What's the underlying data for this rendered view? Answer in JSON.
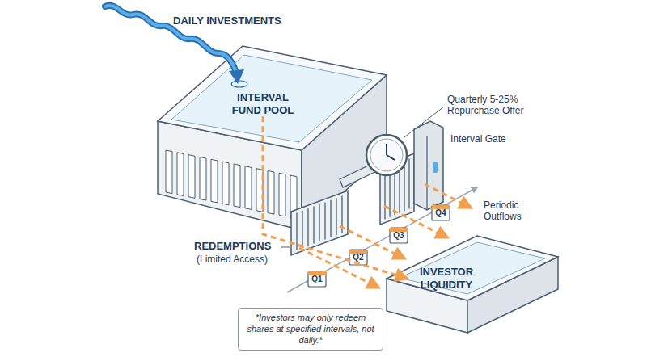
{
  "diagram": {
    "nodes": [
      {
        "text": [
          "INTERVAL FUND POOL"
        ]
      },
      {
        "text": [
          "INVESTOR LIQUIDITY"
        ]
      },
      {
        "text": [
          "*Investors may only redeem shares at specified intervals, not daily.*"
        ]
      }
    ],
    "edges": [
      {
        "from": 0,
        "to": 1,
        "arrow": "to"
      }
    ],
    "labels": [
      "DAILY INVESTMENTS",
      "Quarterly 5-25% Repurchase Offer",
      "Interval Gate",
      "Periodic Outflows",
      "REDEMPTIONS",
      "(Limited Access)",
      "Q1",
      "Q2",
      "Q3",
      "Q4"
    ]
  }
}
